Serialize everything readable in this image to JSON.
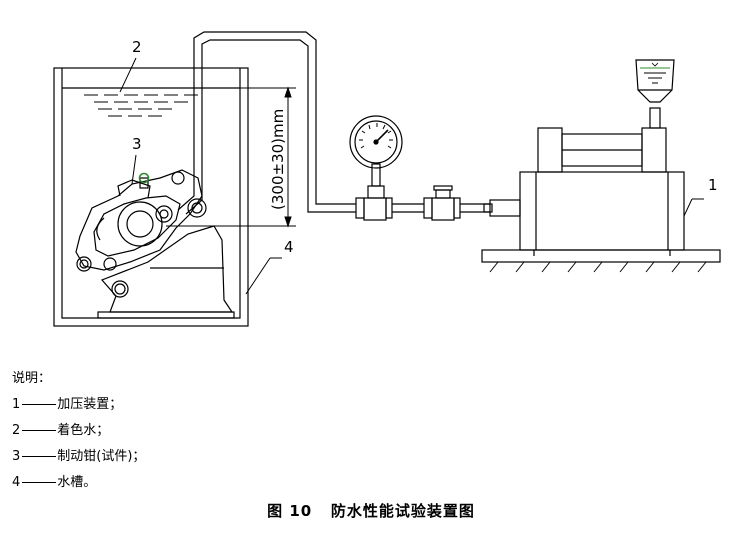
{
  "callouts": {
    "pressure_device": "1",
    "colored_water": "2",
    "brake_caliper": "3",
    "water_tank": "4"
  },
  "dimension_label": "(300±30)mm",
  "legend": {
    "heading": "说明：",
    "items": [
      {
        "num": "1",
        "text": "加压装置；"
      },
      {
        "num": "2",
        "text": "着色水；"
      },
      {
        "num": "3",
        "text": "制动钳(试件)；"
      },
      {
        "num": "4",
        "text": "水槽。"
      }
    ]
  },
  "caption": {
    "figure_label": "图 10",
    "title": "防水性能试验装置图"
  },
  "colors": {
    "line": "#000000",
    "indicator_green": "#2e8b2e"
  }
}
